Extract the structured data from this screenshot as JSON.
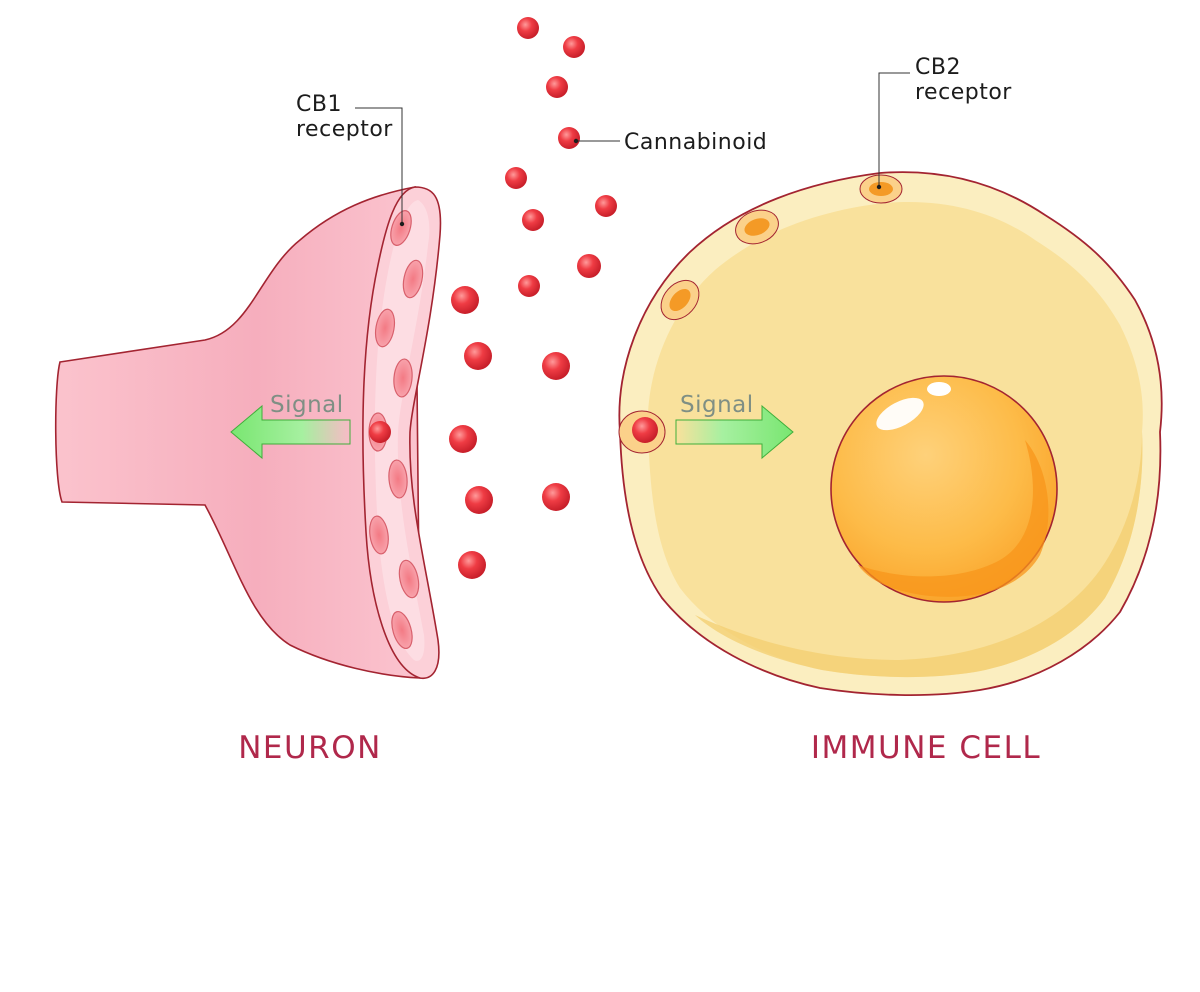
{
  "labels": {
    "cb1_line1": "CB1",
    "cb1_line2": "receptor",
    "cb2_line1": "CB2",
    "cb2_line2": "receptor",
    "cannabinoid": "Cannabinoid",
    "signal_left": "Signal",
    "signal_right": "Signal",
    "neuron": "NEURON",
    "immune_cell": "IMMUNE CELL"
  },
  "colors": {
    "title": "#b0284b",
    "cannabinoid": "#e8333c",
    "neuron": "#f9bcc8",
    "immune_cell": "#f9e19c",
    "nucleus": "#fdb240",
    "arrow": "#7ee87a",
    "membrane_outline": "#a32431"
  }
}
